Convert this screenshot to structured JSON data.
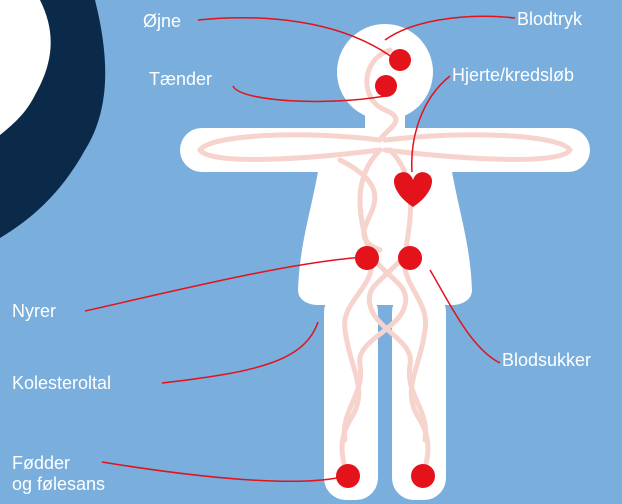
{
  "labels": {
    "eyes": "Øjne",
    "teeth": "Tænder",
    "blood_pressure": "Blodtryk",
    "heart": "Hjerte/kredsløb",
    "kidneys": "Nyrer",
    "cholesterol": "Kolesteroltal",
    "blood_sugar": "Blodsukker",
    "feet": "Fødder\nog følesans"
  },
  "colors": {
    "background": "#79aedd",
    "navy": "#0b2a4a",
    "body": "#ffffff",
    "vessel": "#f6d3cc",
    "organ": "#e3121b",
    "leader_line": "#e3121b",
    "text": "#ffffff"
  },
  "icons": {
    "heart": "heart-icon",
    "organ_marker": "dot-icon"
  }
}
